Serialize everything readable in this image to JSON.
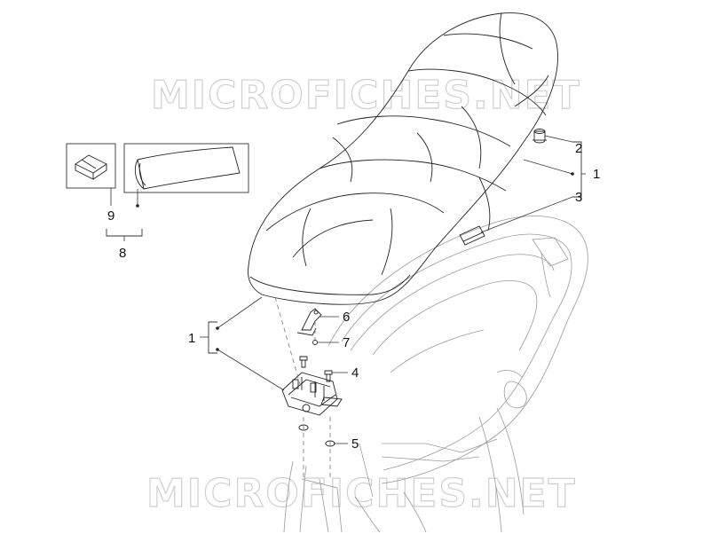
{
  "watermark": {
    "top": "MICROFICHES.NET",
    "bottom": "MICROFICHES.NET"
  },
  "callouts": {
    "c1_right": "1",
    "c2": "2",
    "c3": "3",
    "c1_left": "1",
    "c4": "4",
    "c5": "5",
    "c6": "6",
    "c7": "7",
    "c8": "8",
    "c9": "9"
  }
}
